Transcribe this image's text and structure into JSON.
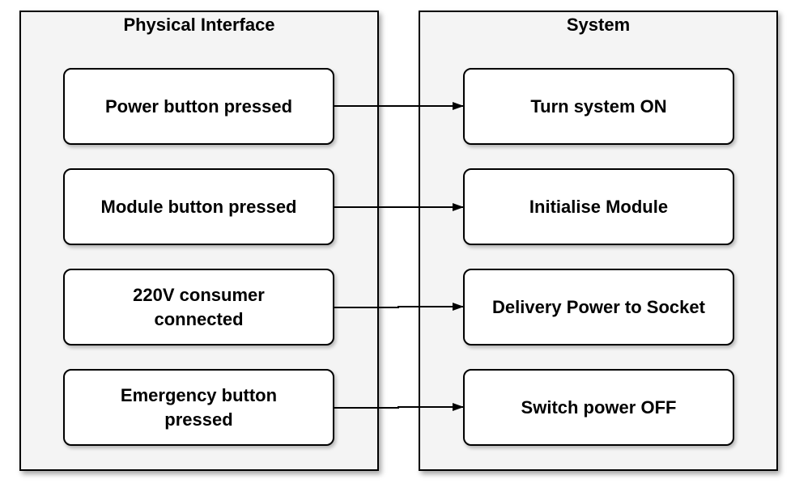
{
  "lanes": {
    "left_title": "Physical Interface",
    "right_title": "System"
  },
  "events": [
    {
      "label": "Power button pressed"
    },
    {
      "label": "Module button pressed"
    },
    {
      "label": "220V consumer\nconnected"
    },
    {
      "label": "Emergency button\npressed"
    }
  ],
  "actions": [
    {
      "label": "Turn system ON"
    },
    {
      "label": "Initialise Module"
    },
    {
      "label": "Delivery Power to Socket"
    },
    {
      "label": "Switch power OFF"
    }
  ],
  "colors": {
    "lane_fill": "#f4f4f4",
    "node_fill": "#ffffff",
    "stroke": "#000000"
  }
}
